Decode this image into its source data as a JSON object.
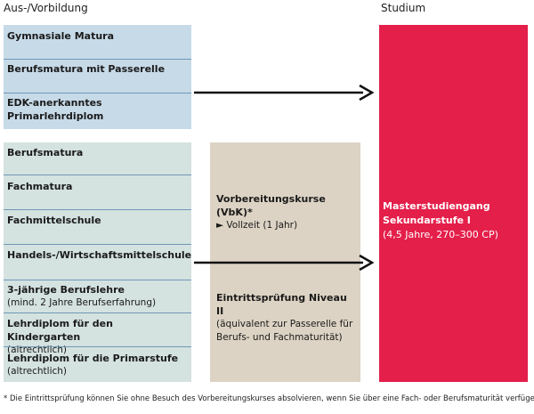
{
  "headers": {
    "left": "Aus-/Vorbildung",
    "right": "Studium"
  },
  "top_group": [
    {
      "title": "Gymnasiale Matura"
    },
    {
      "title": "Berufsmatura mit Passerelle"
    },
    {
      "title": "EDK-anerkanntes Primarlehrdiplom"
    }
  ],
  "mid_group": [
    {
      "title": "Berufsmatura",
      "sub": ""
    },
    {
      "title": "Fachmatura",
      "sub": ""
    },
    {
      "title": "Fachmittelschule",
      "sub": ""
    },
    {
      "title": "Handels-/Wirtschaftsmittelschule",
      "sub": ""
    },
    {
      "title": "3-jährige Berufslehre",
      "sub": "(mind. 2 Jahre Berufserfahrung)"
    },
    {
      "title": "Lehrdiplom für den Kindergarten",
      "sub": "(altrechtlich)"
    },
    {
      "title": "Lehrdiplom für die Primarstufe",
      "sub": "(altrechtlich)"
    }
  ],
  "vbk": {
    "title": "Vorbereitungskurse (VbK)*",
    "item": "► Vollzeit (1 Jahr)",
    "exam_title": "Eintrittsprüfung Niveau II",
    "exam_sub": "(äquivalent zur Passerelle für Berufs- und Fachmaturität)"
  },
  "study": {
    "title_line1": "Masterstudiengang",
    "title_line2": "Sekundarstufe I",
    "detail": "(4,5 Jahre, 270–300 CP)"
  },
  "footnote": "*  Die Eintrittsprüfung können Sie ohne Besuch des Vorbereitungskurses absolvieren, wenn Sie über eine Fach- oder Berufsmaturität verfügen.",
  "colors": {
    "top_box": "#c7dae8",
    "mid_box": "#d4e2e0",
    "vbk_box": "#dcd3c4",
    "study_box": "#e41f4a",
    "separator": "#6f98b7"
  }
}
